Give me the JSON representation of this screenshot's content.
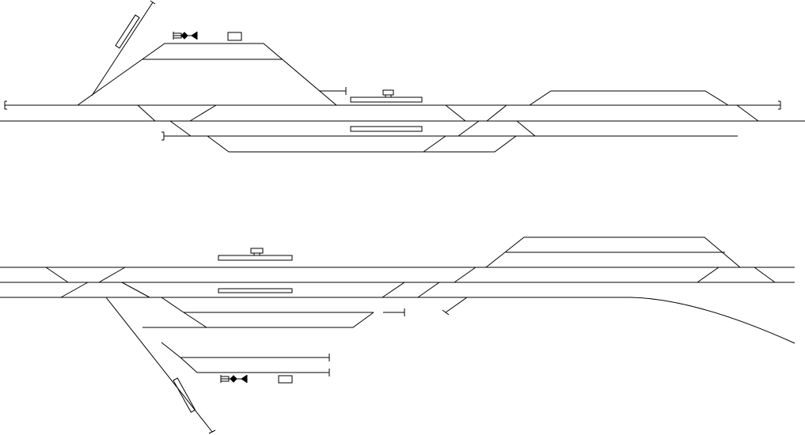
{
  "diagram": {
    "kind": "track-layout",
    "stations": [
      {
        "id": "upper",
        "icons": [
          "buffer-stop-icon",
          "platform-icon",
          "station-building-icon",
          "signal-icon",
          "turnout-icon"
        ]
      },
      {
        "id": "lower",
        "icons": [
          "buffer-stop-icon",
          "platform-icon",
          "station-building-icon",
          "signal-icon",
          "turnout-icon"
        ]
      }
    ],
    "colors": {
      "line": "#000000",
      "background": "#ffffff"
    }
  }
}
